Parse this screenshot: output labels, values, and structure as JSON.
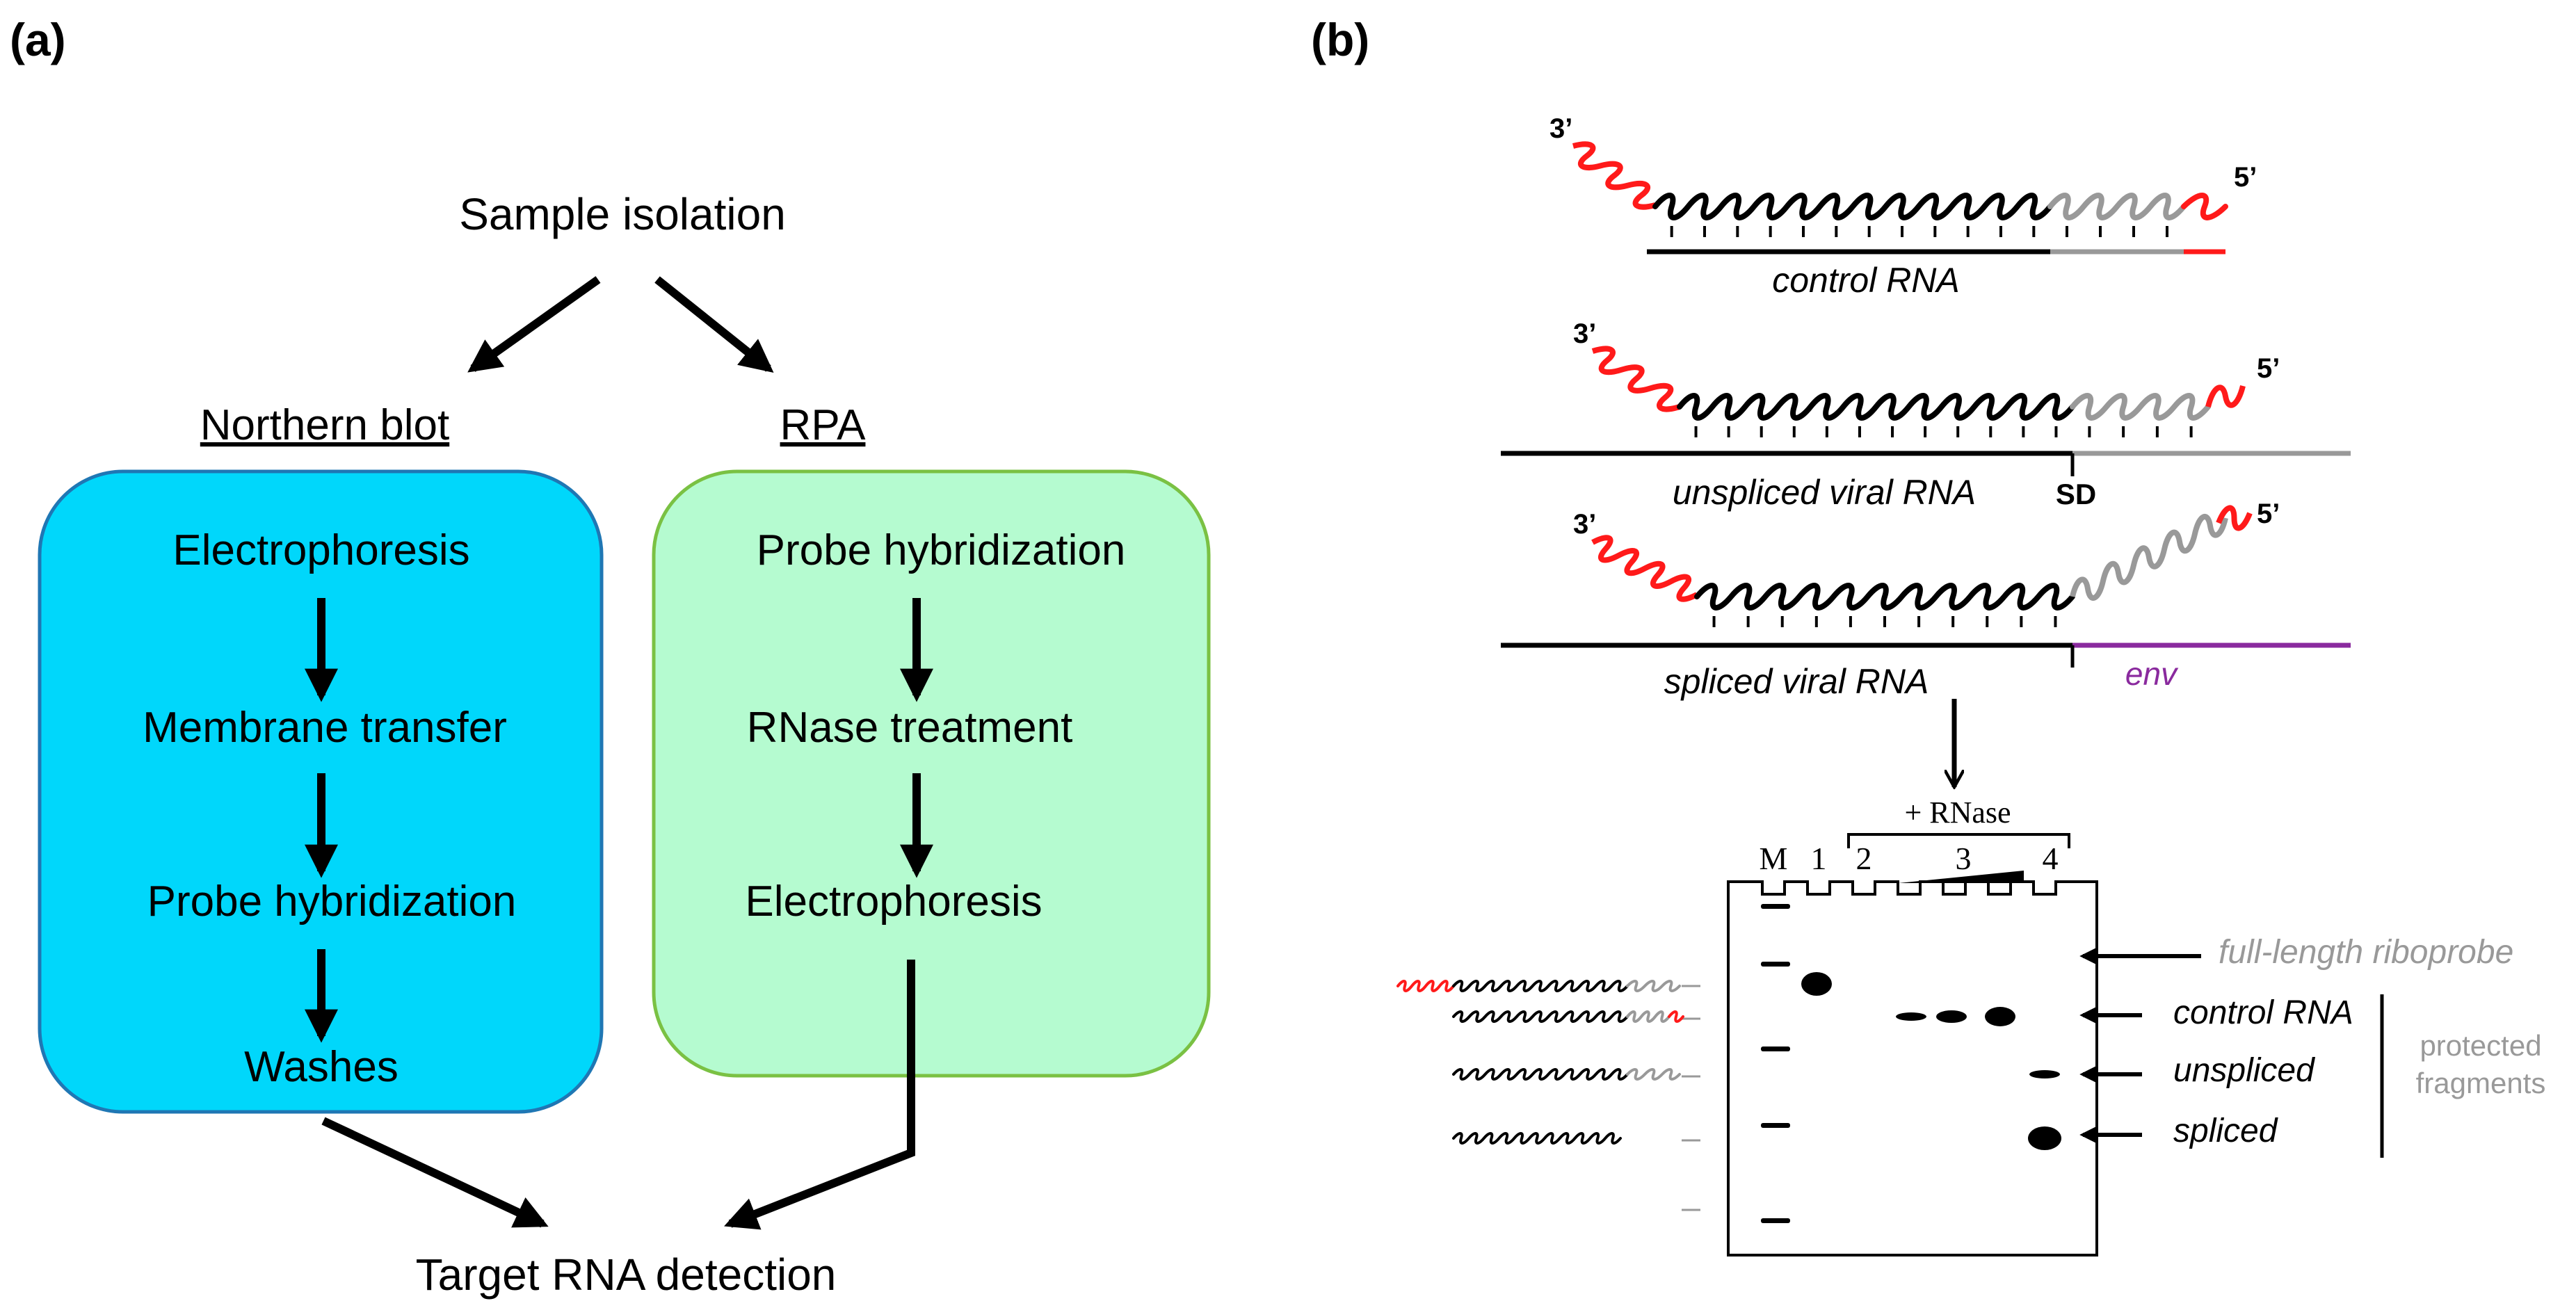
{
  "panel_a": {
    "label": "(a)",
    "top": "Sample isolation",
    "northern": {
      "title": "Northern blot",
      "steps": [
        "Electrophoresis",
        "Membrane transfer",
        "Probe hybridization",
        "Washes"
      ],
      "color": "#00d7fb"
    },
    "rpa": {
      "title": "RPA",
      "steps": [
        "Probe hybridization",
        "RNase treatment",
        "Electrophoresis"
      ],
      "color": "#b5fbd0"
    },
    "bottom": "Target RNA detection"
  },
  "panel_b": {
    "label": "(b)",
    "rna": {
      "end3": "3’",
      "end5": "5’",
      "control": "control RNA",
      "unspliced": "unspliced viral RNA",
      "sd": "SD",
      "spliced": "spliced viral RNA",
      "env": "env"
    },
    "gel": {
      "rnase": "+ RNase",
      "lanes": [
        "M",
        "1",
        "2",
        "3",
        "4"
      ],
      "labels": {
        "full": "full-length riboprobe",
        "control": "control RNA",
        "unspliced": "unspliced",
        "spliced": "spliced"
      },
      "protected": [
        "protected",
        "fragments"
      ]
    },
    "colors": {
      "red": "#ff1a1a",
      "grey": "#999999",
      "purple": "#8a2a9e"
    }
  }
}
